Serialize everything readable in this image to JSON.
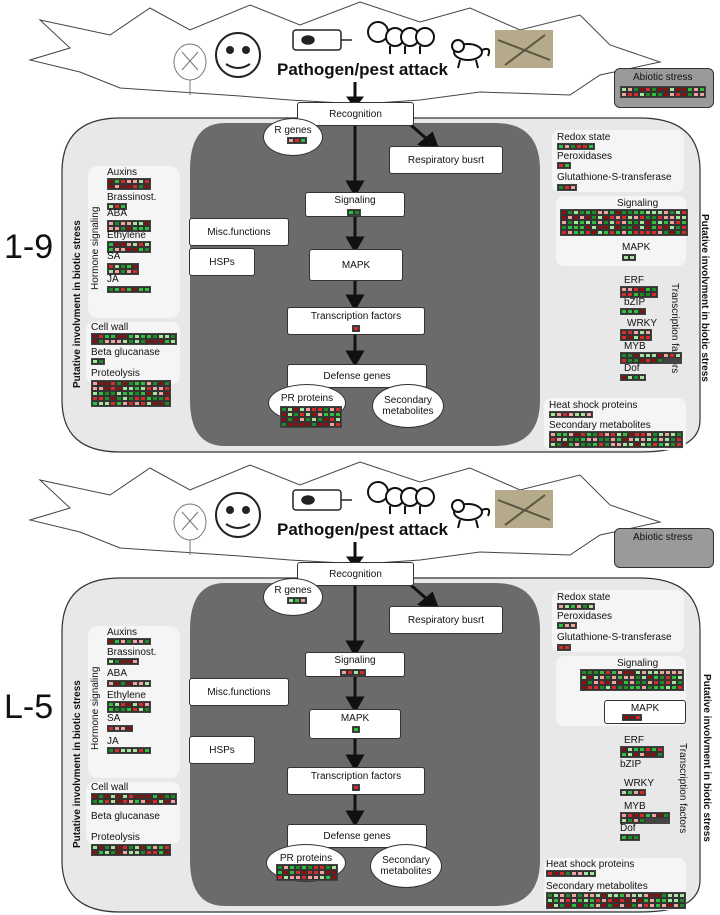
{
  "title": "Pathogen/pest attack",
  "colors": {
    "up": "#d42a2a",
    "down": "#2fbf3a",
    "pale_up": "#f0a3a3",
    "pale_down": "#a6e4a0",
    "outer_shape": "#e8e8e8",
    "inner_shape": "#6b6b6b"
  },
  "panels": [
    {
      "side_label": "1-9",
      "title": "Pathogen/pest attack",
      "abiotic": "Abiotic stress",
      "left_axis": "Putative involvment in biotic stress",
      "right_axis": "Putative involvment in biotic stress",
      "hormone_signaling": "Hormone signaling",
      "hormones": [
        "Auxins",
        "Brassinost.",
        "ABA",
        "Ethylene",
        "SA",
        "JA"
      ],
      "cell_wall": "Cell wall",
      "beta_glucanase": "Beta glucanase",
      "proteolysis": "Proteolysis",
      "misc": "Misc.functions",
      "hsps": "HSPs",
      "recognition": "Recognition",
      "r_genes": "R genes",
      "respiratory_burst": "Respiratory busrt",
      "signaling": "Signaling",
      "mapk": "MAPK",
      "transcription_factors": "Transcription factors",
      "defense_genes": "Defense genes",
      "pr_proteins": "PR proteins",
      "secondary_metabolites_ellipse": "Secondary metabolites",
      "redox_state": "Redox state",
      "peroxidases": "Peroxidases",
      "gst": "Glutathione-S-transferase",
      "right_signaling": "Signaling",
      "right_mapk": "MAPK",
      "tf_label": "Transcription factors",
      "erf": "ERF",
      "bzip": "bZIP",
      "wrky": "WRKY",
      "myb": "MYB",
      "dof": "Dof",
      "heat_shock": "Heat shock proteins",
      "secondary_metabolites": "Secondary metabolites"
    },
    {
      "side_label": "L-5",
      "title": "Pathogen/pest attack",
      "abiotic": "Abiotic stress",
      "left_axis": "Putative involvment in biotic stress",
      "right_axis": "Putative involvment in biotic stress",
      "hormone_signaling": "Hormone signaling",
      "hormones": [
        "Auxins",
        "Brassinost.",
        "ABA",
        "Ethylene",
        "SA",
        "JA"
      ],
      "cell_wall": "Cell wall",
      "beta_glucanase": "Beta glucanase",
      "proteolysis": "Proteolysis",
      "misc": "Misc.functions",
      "hsps": "HSPs",
      "recognition": "Recognition",
      "r_genes": "R genes",
      "respiratory_burst": "Respiratory busrt",
      "signaling": "Signaling",
      "mapk": "MAPK",
      "transcription_factors": "Transcription factors",
      "defense_genes": "Defense genes",
      "pr_proteins": "PR proteins",
      "secondary_metabolites_ellipse": "Secondary metabolites",
      "redox_state": "Redox state",
      "peroxidases": "Peroxidases",
      "gst": "Glutathione-S-transferase",
      "right_signaling": "Signaling",
      "right_mapk": "MAPK",
      "tf_label": "Transcription factors",
      "erf": "ERF",
      "bzip": "bZIP",
      "wrky": "WRKY",
      "myb": "MYB",
      "dof": "Dof",
      "heat_shock": "Heat shock proteins",
      "secondary_metabolites": "Secondary metabolites"
    }
  ]
}
